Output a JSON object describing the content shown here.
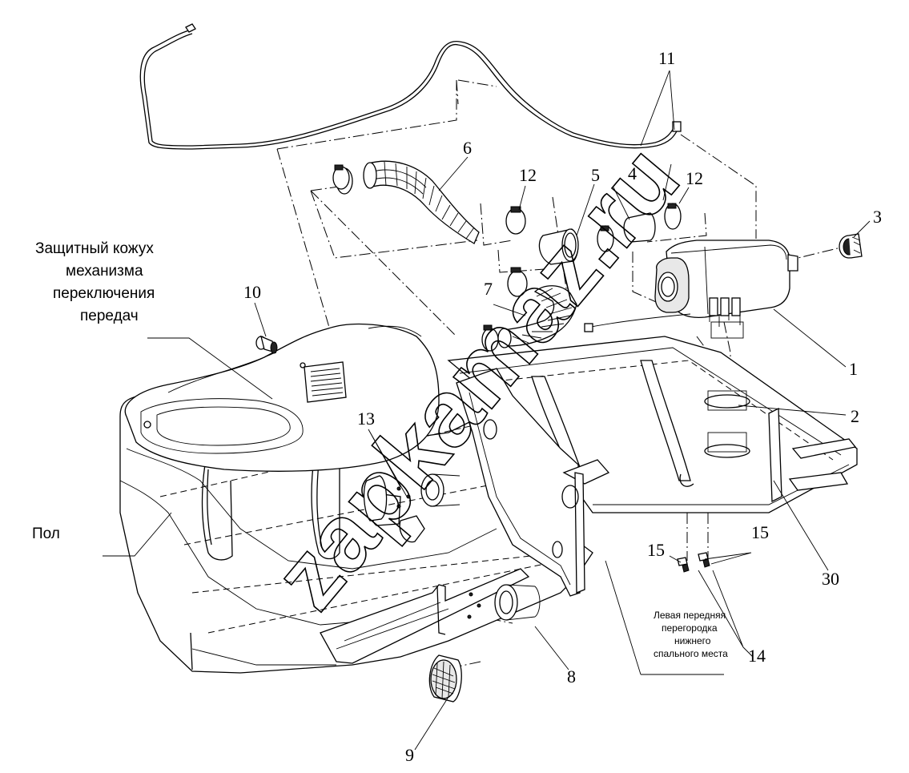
{
  "labels": {
    "shift_cover": [
      "Защитный кожух",
      "механизма",
      "переключения",
      "передач"
    ],
    "floor": "Пол",
    "partition": [
      "Левая передняя",
      "перегородка",
      "нижнего",
      "спального места"
    ],
    "watermark": "zapkamaz.ru"
  },
  "callouts": [
    "1",
    "2",
    "3",
    "4",
    "5",
    "6",
    "7",
    "8",
    "9",
    "10",
    "11",
    "12",
    "12",
    "13",
    "14",
    "15",
    "15",
    "30"
  ]
}
